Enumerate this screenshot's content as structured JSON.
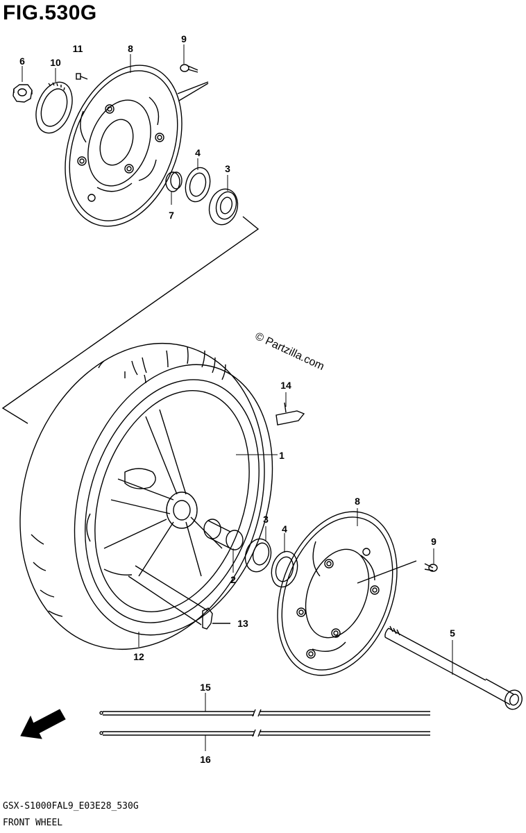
{
  "figure": {
    "title": "FIG.530G",
    "model_code": "GSX-S1000FAL9_E03E28_530G",
    "caption": "FRONT WHEEL",
    "watermark": "© Partzilla.com",
    "fwd_label": "FWD"
  },
  "callouts": {
    "c1": "1",
    "c2": "2",
    "c3a": "3",
    "c3b": "3",
    "c4a": "4",
    "c4b": "4",
    "c5": "5",
    "c6": "6",
    "c7": "7",
    "c8a": "8",
    "c8b": "8",
    "c9a": "9",
    "c9b": "9",
    "c10": "10",
    "c11": "11",
    "c12": "12",
    "c13": "13",
    "c14": "14",
    "c15": "15",
    "c16": "16"
  }
}
